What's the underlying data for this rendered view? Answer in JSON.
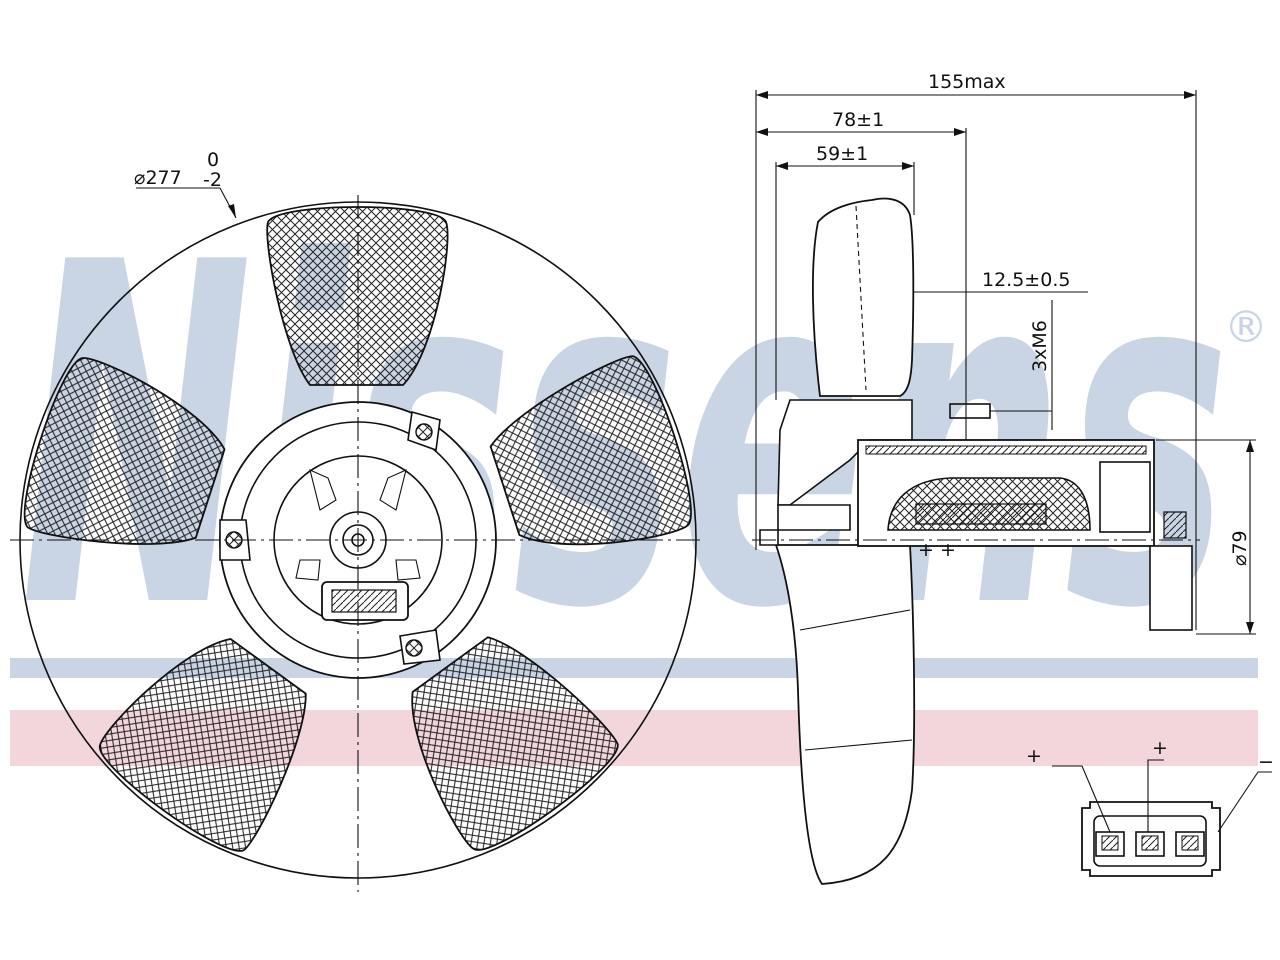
{
  "watermark": {
    "brand": "Nissens",
    "registered": "®",
    "band_blue": "#c9d4e4",
    "band_pink": "#f2d6dc"
  },
  "dimensions": {
    "fan_diameter": "⌀277",
    "fan_diameter_tol_upper": "0",
    "fan_diameter_tol_lower": "-2",
    "overall_length": "155max",
    "dim_78": "78±1",
    "dim_59": "59±1",
    "dim_12_5": "12.5±0.5",
    "mount_bolts": "3xM6",
    "motor_diameter": "⌀79"
  },
  "connector": {
    "pin1": "+",
    "pin2": "+",
    "pin3": "−"
  },
  "colors": {
    "line": "#111111",
    "hatch": "#222222"
  }
}
